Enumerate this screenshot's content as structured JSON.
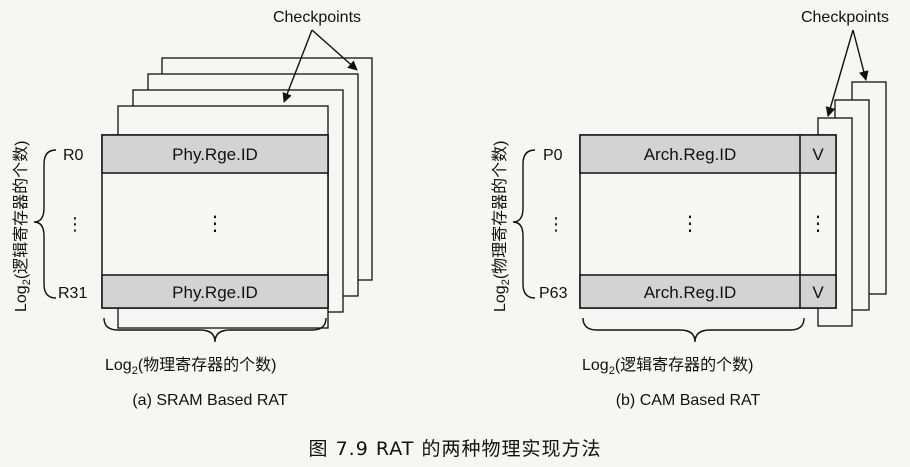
{
  "figure_caption": "图 7.9   RAT 的两种物理实现方法",
  "colors": {
    "row_fill": "#d3d3d3",
    "line": "#111111",
    "paper": "#f6f6f4"
  },
  "diagrams": {
    "sram": {
      "checkpoints_label": "Checkpoints",
      "row_top_label": "R0",
      "row_bottom_label": "R31",
      "entry_top": "Phy.Rge.ID",
      "entry_bottom": "Phy.Rge.ID",
      "ellipsis": "⋮",
      "y_axis_label": "Log",
      "y_axis_sub": "2",
      "y_axis_text": "(逻辑寄存器的个数)",
      "x_axis_label": "Log",
      "x_axis_sub": "2",
      "x_axis_text": "(物理寄存器的个数)",
      "caption": "(a) SRAM Based RAT"
    },
    "cam": {
      "checkpoints_label": "Checkpoints",
      "row_top_label": "P0",
      "row_bottom_label": "P63",
      "entry_top": "Arch.Reg.ID",
      "entry_bottom": "Arch.Reg.ID",
      "valid_top": "V",
      "valid_bottom": "V",
      "ellipsis": "⋮",
      "y_axis_label": "Log",
      "y_axis_sub": "2",
      "y_axis_text": "(物理寄存器的个数)",
      "x_axis_label": "Log",
      "x_axis_sub": "2",
      "x_axis_text": "(逻辑寄存器的个数)",
      "caption": "(b) CAM Based RAT"
    }
  }
}
